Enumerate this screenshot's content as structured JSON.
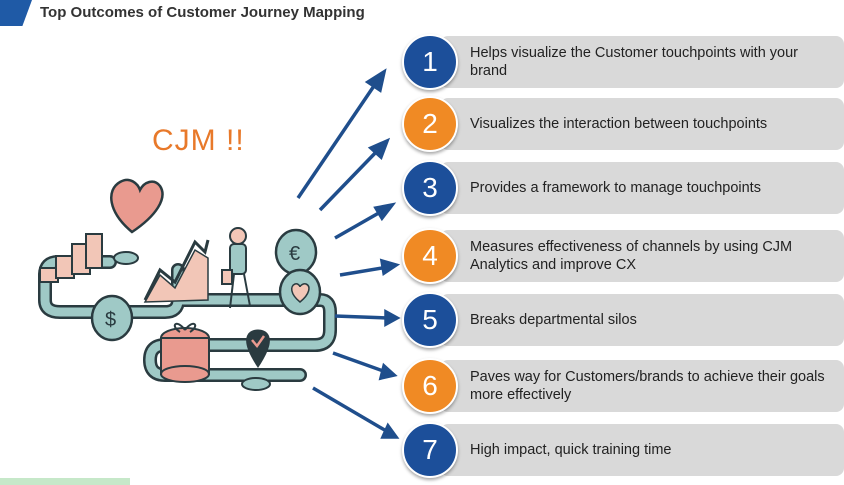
{
  "title": "Top Outcomes of Customer Journey Mapping",
  "center_label": "CJM !!",
  "colors": {
    "blue": "#1c4f9a",
    "orange": "#f08a24",
    "pill": "#d9d9d9",
    "arrow": "#1f4e8c"
  },
  "outcomes": [
    {
      "number": "1",
      "color": "blue",
      "text": "Helps visualize the Customer touchpoints with your brand"
    },
    {
      "number": "2",
      "color": "orange",
      "text": "Visualizes the interaction between touchpoints"
    },
    {
      "number": "3",
      "color": "blue",
      "text": "Provides a framework to manage touchpoints"
    },
    {
      "number": "4",
      "color": "orange",
      "text": "Measures effectiveness of channels by using CJM Analytics and improve CX"
    },
    {
      "number": "5",
      "color": "blue",
      "text": "Breaks departmental silos"
    },
    {
      "number": "6",
      "color": "orange",
      "text": "Paves way for Customers/brands to achieve their goals more effectively"
    },
    {
      "number": "7",
      "color": "blue",
      "text": "High impact, quick training time"
    }
  ],
  "illustration_icons": [
    "bar-chart-icon",
    "heart-icon",
    "line-chart-icon",
    "person-walking-icon",
    "euro-coin-icon",
    "heart-coin-icon",
    "dollar-coin-icon",
    "gift-box-icon",
    "location-pin-icon",
    "journey-path-icon"
  ]
}
